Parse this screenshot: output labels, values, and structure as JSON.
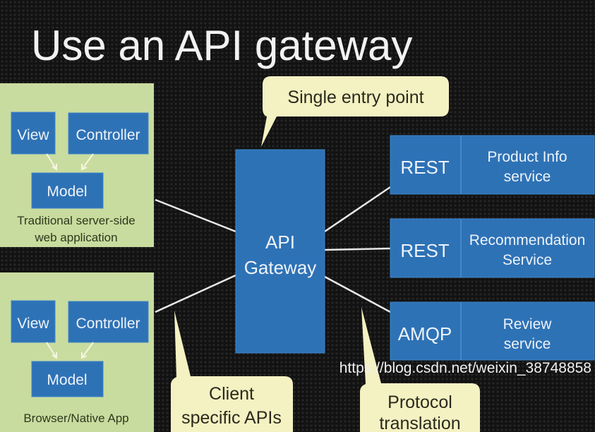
{
  "title": "Use an API gateway",
  "clients": [
    {
      "view": "View",
      "controller": "Controller",
      "model": "Model",
      "caption_line1": "Traditional server-side",
      "caption_line2": "web application"
    },
    {
      "view": "View",
      "controller": "Controller",
      "model": "Model",
      "caption_line1": "Browser/Native App"
    }
  ],
  "gateway": {
    "line1": "API",
    "line2": "Gateway"
  },
  "services": [
    {
      "protocol": "REST",
      "name_line1": "Product Info",
      "name_line2": "service"
    },
    {
      "protocol": "REST",
      "name_line1": "Recommendation",
      "name_line2": "Service"
    },
    {
      "protocol": "AMQP",
      "name_line1": "Review",
      "name_line2": "service"
    }
  ],
  "callouts": {
    "entry": "Single entry point",
    "client_line1": "Client",
    "client_line2": "specific APIs",
    "protocol_line1": "Protocol",
    "protocol_line2": "translation"
  },
  "watermark": "https://blog.csdn.net/weixin_38748858",
  "colors": {
    "background": "#0d0d0d",
    "panel": "#c9dc9f",
    "box": "#2e72b6",
    "callout": "#f4f1c2"
  }
}
